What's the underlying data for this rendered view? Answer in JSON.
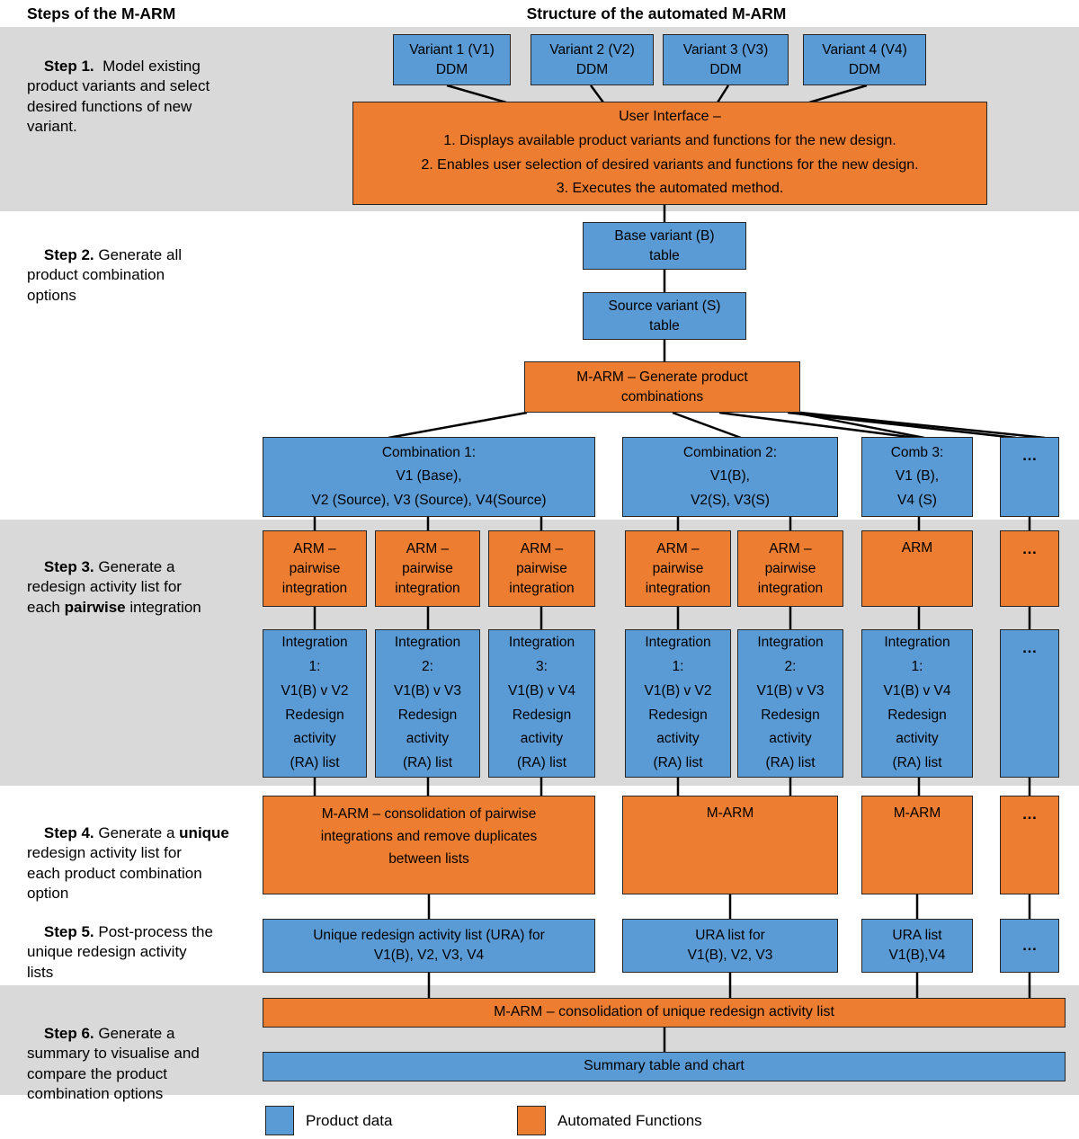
{
  "header": {
    "left_title": "Steps of the M-ARM",
    "right_title": "Structure of the automated M-ARM"
  },
  "steps": [
    {
      "label": "Step 1.",
      "pre": "  Model existing\nproduct variants and select\ndesired functions of new\nvariant.",
      "bold": "",
      "post": ""
    },
    {
      "label": "Step 2.",
      "pre": " Generate all\nproduct combination\noptions",
      "bold": "",
      "post": ""
    },
    {
      "label": "Step 3.",
      "pre": " Generate a\nredesign activity list for\neach ",
      "bold": "pairwise",
      "post": " integration"
    },
    {
      "label": "Step 4.",
      "pre": " Generate a ",
      "bold": "unique",
      "post": "\nredesign activity list for\neach product combination\noption"
    },
    {
      "label": "Step 5.",
      "pre": " Post-process the\nunique redesign activity\nlists",
      "bold": "",
      "post": ""
    },
    {
      "label": "Step 6.",
      "pre": " Generate a\nsummary to visualise and\ncompare the product\ncombination options",
      "bold": "",
      "post": ""
    }
  ],
  "boxes": {
    "variants": [
      "Variant 1 (V1)\nDDM",
      "Variant 2 (V2)\nDDM",
      "Variant 3 (V3)\nDDM",
      "Variant 4 (V4)\nDDM"
    ],
    "user_interface": "User Interface –\n1. Displays available product variants and functions for the new design.\n2. Enables user selection of desired variants and functions for the new design.\n3. Executes the automated method.",
    "base_variant": "Base variant (B)\ntable",
    "source_variant": "Source variant (S)\ntable",
    "generate_combinations": "M-ARM – Generate product\ncombinations",
    "combinations": [
      "Combination 1:\nV1 (Base),\nV2 (Source), V3 (Source), V4(Source)",
      "Combination 2:\nV1(B),\nV2(S), V3(S)",
      "Comb 3:\nV1 (B),\nV4 (S)",
      "…"
    ],
    "arm_row": [
      "ARM –\npairwise\nintegration",
      "ARM –\npairwise\nintegration",
      "ARM –\npairwise\nintegration",
      "ARM –\npairwise\nintegration",
      "ARM –\npairwise\nintegration",
      "ARM",
      "…"
    ],
    "integration_row": [
      "Integration\n1:\nV1(B) v V2\nRedesign\nactivity\n(RA) list",
      "Integration\n2:\nV1(B) v V3\nRedesign\nactivity\n(RA) list",
      "Integration\n3:\nV1(B) v V4\nRedesign\nactivity\n(RA) list",
      "Integration\n1:\nV1(B) v V2\nRedesign\nactivity\n(RA) list",
      "Integration\n2:\nV1(B) v V3\nRedesign\nactivity\n(RA) list",
      "Integration\n1:\nV1(B) v V4\nRedesign\nactivity\n(RA) list",
      "…"
    ],
    "consolidation_row": [
      "M-ARM – consolidation of pairwise\nintegrations and remove duplicates\nbetween lists",
      "M-ARM",
      "M-ARM",
      "…"
    ],
    "ura_row": [
      "Unique redesign activity list (URA) for\nV1(B), V2, V3, V4",
      "URA list for\nV1(B), V2, V3",
      "URA list\nV1(B),V4",
      "…"
    ],
    "final_consolidation": "M-ARM – consolidation of unique redesign activity list",
    "summary": "Summary table and chart"
  },
  "legend": {
    "product_data": "Product data",
    "automated_functions": "Automated Functions"
  },
  "colors": {
    "product_data_blue": "#5b9bd5",
    "automated_function_orange": "#ed7d31",
    "step_band_gray": "#d9d9d9",
    "connector_black": "#000000"
  }
}
